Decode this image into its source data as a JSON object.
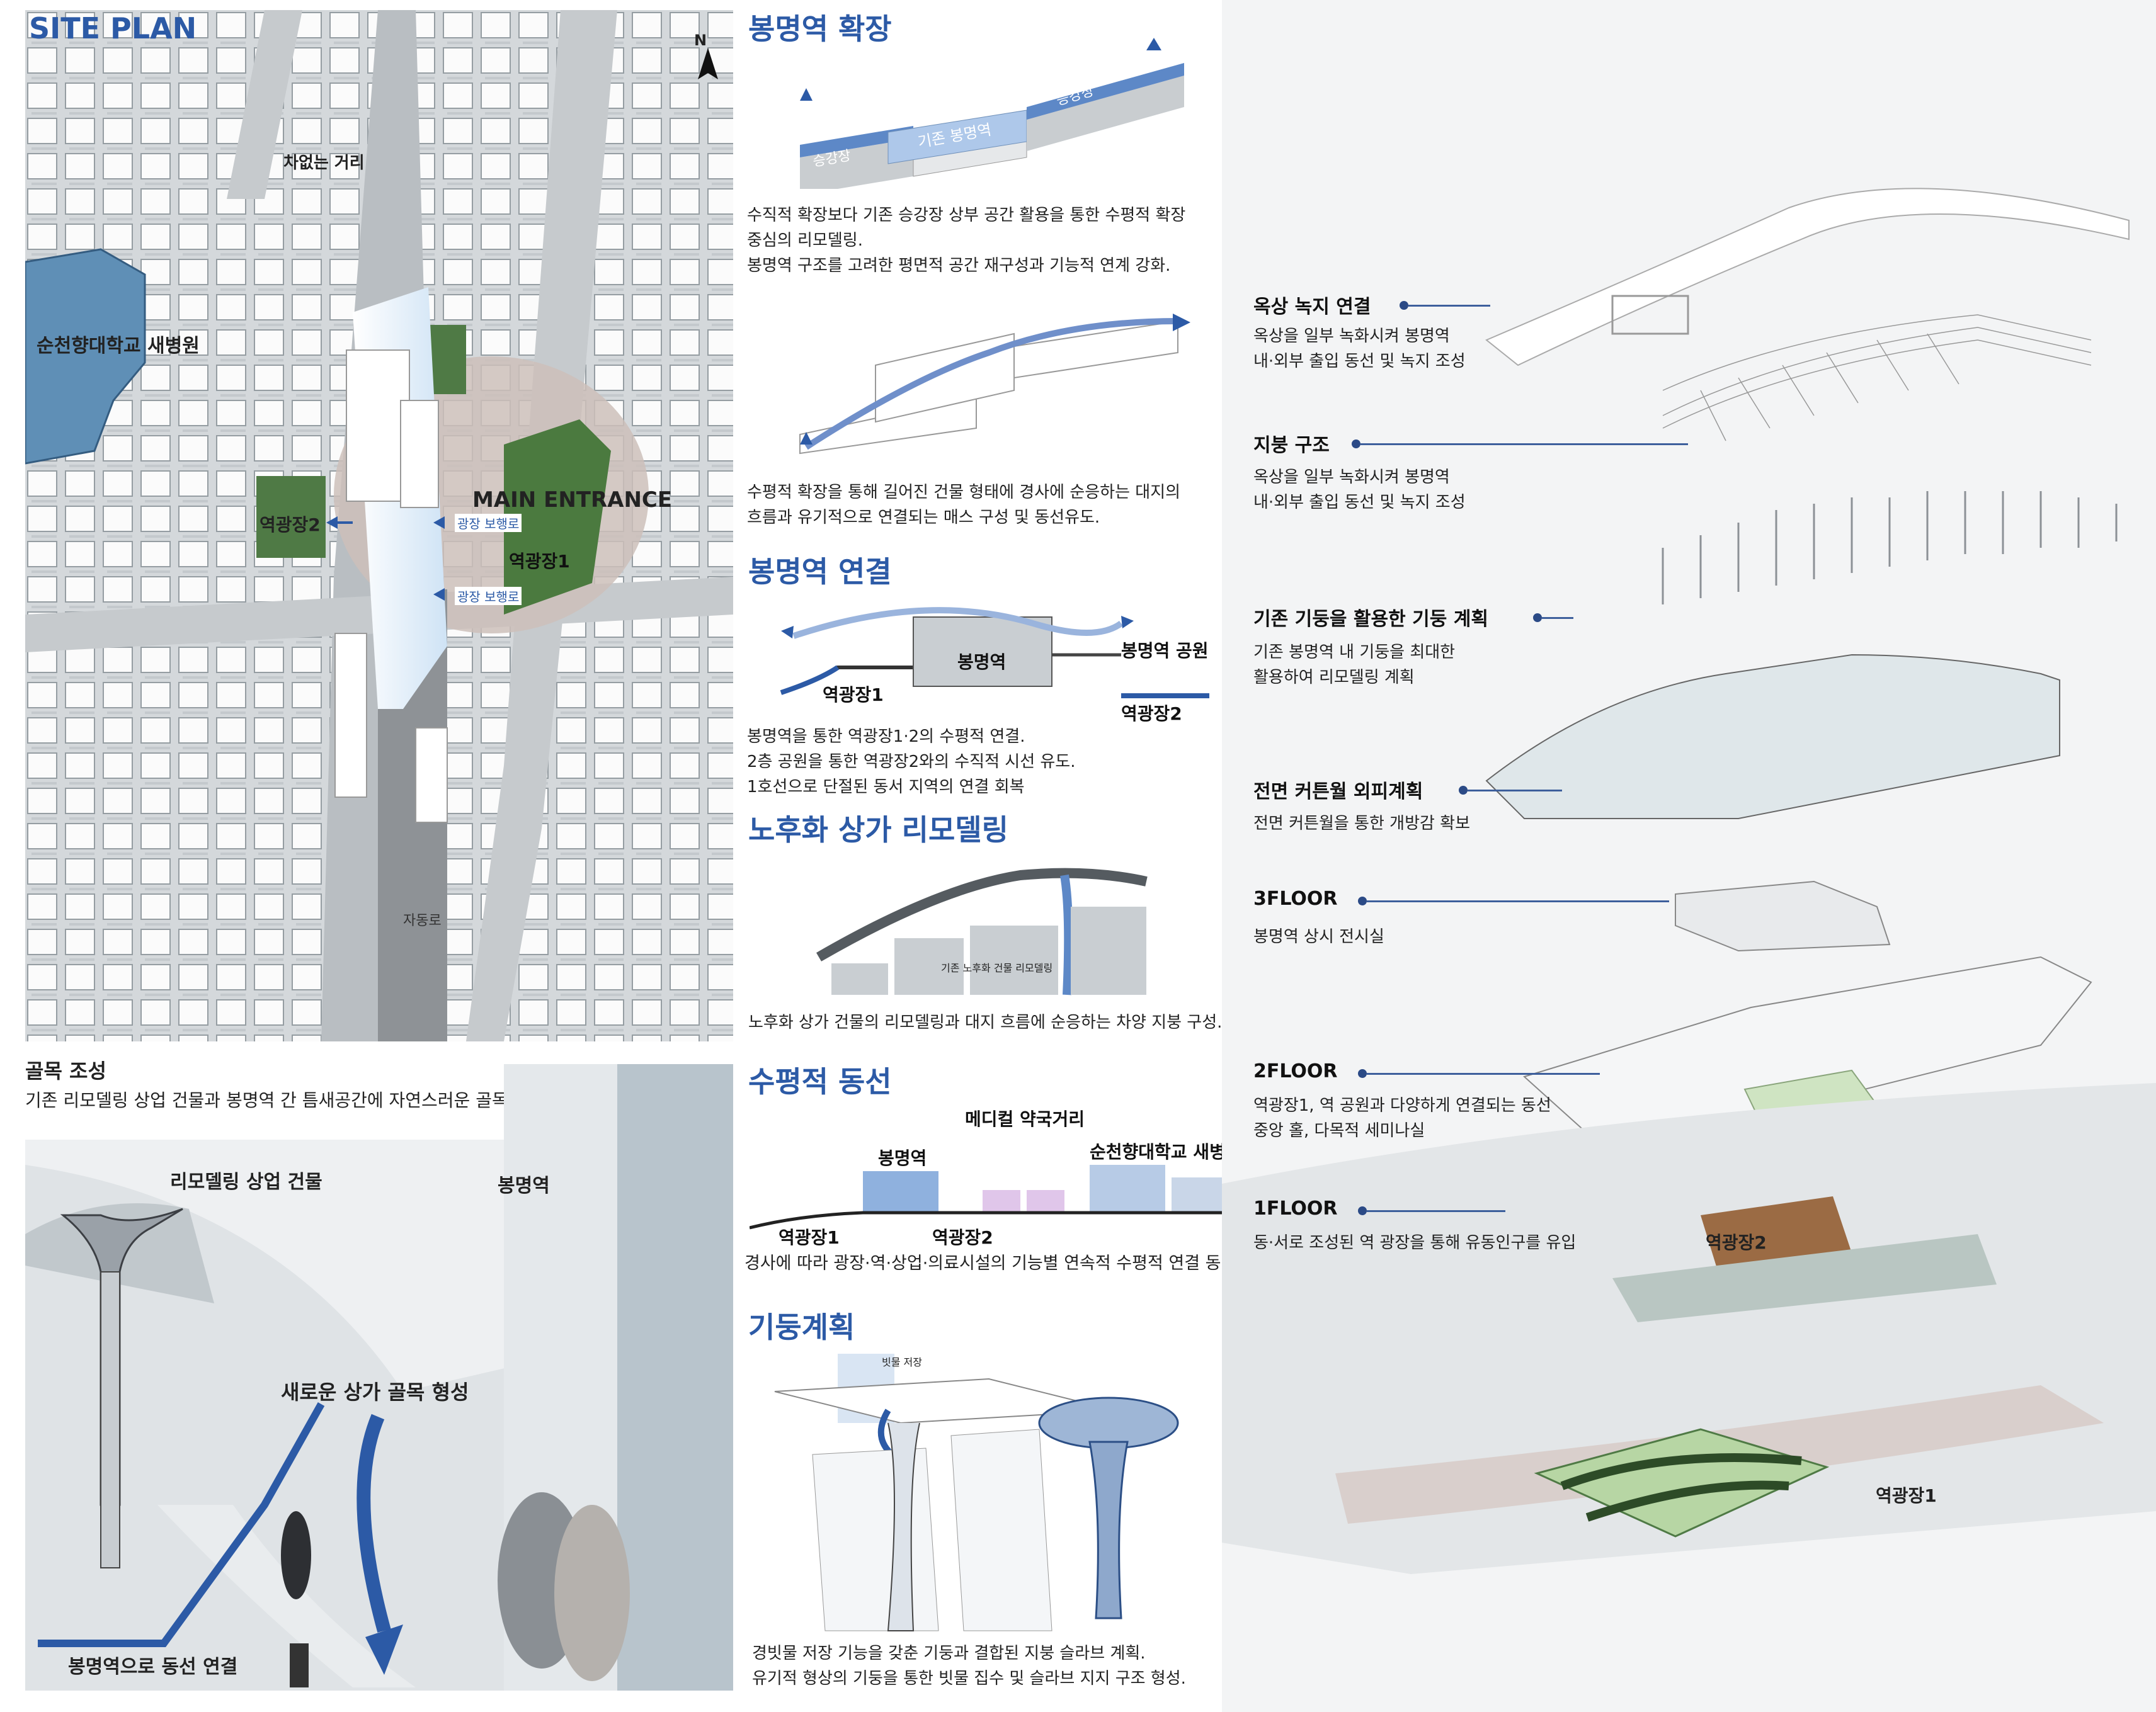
{
  "site_plan": {
    "title": "SITE PLAN",
    "north": "N",
    "labels": {
      "car_free_street": "차없는 거리",
      "hospital": "순천향대학교 새병원",
      "main_entrance": "MAIN ENTRANCE",
      "plaza2": "역광장2",
      "plaza1": "역광장1",
      "pedestrian1": "광장 보행로",
      "pedestrian2": "광장 보행로",
      "road": "자동로"
    }
  },
  "alley": {
    "title": "골목 조성",
    "desc": "기존  리모델링 상업 건물과 봉명역 간 틈새공간에 자연스러운 골목길 조성",
    "label_building": "리모델링 상업 건물",
    "label_station": "봉명역",
    "label_alley": "새로운 상가 골목 형성",
    "label_connect": "봉명역으로 동선 연결"
  },
  "expansion": {
    "title": "봉명역 확장",
    "diagram_labels": {
      "platform_left": "승강장",
      "station": "기존 봉명역",
      "platform_right": "승강장"
    },
    "desc1": "수직적 확장보다 기존 승강장 상부 공간 활용을 통한 수평적 확장\n중심의 리모델링.\n봉명역 구조를 고려한 평면적 공간 재구성과 기능적 연계 강화.",
    "desc2": "수평적 확장을 통해 길어진 건물 형태에 경사에 순응하는 대지의\n흐름과 유기적으로 연결되는 매스 구성 및 동선유도."
  },
  "connection": {
    "title": "봉명역 연결",
    "labels": {
      "station": "봉명역",
      "plaza1": "역광장1",
      "park": "봉명역 공원",
      "plaza2": "역광장2"
    },
    "desc": "봉명역을 통한 역광장1·2의 수평적 연결.\n2층 공원을 통한 역광장2와의 수직적 시선 유도.\n1호선으로 단절된 동서 지역의 연결 회복"
  },
  "remodel": {
    "title": "노후화 상가 리모델링",
    "inner_label": "기존 노후화 건물 리모델링",
    "desc": "노후화 상가 건물의 리모델링과 대지 흐름에 순응하는 차양 지붕 구성."
  },
  "horizontal": {
    "title": "수평적 동선",
    "labels": {
      "medical_street": "메디컬 약국거리",
      "station": "봉명역",
      "hospital": "순천향대학교 새병원",
      "plaza1": "역광장1",
      "plaza2": "역광장2"
    },
    "desc": "경사에 따라 광장·역·상업·의료시설의 기능별 연속적 수평적 연결 동선"
  },
  "column": {
    "title": "기둥계획",
    "rain_label": "빗물 저장",
    "desc": "경빗물 저장 기능을 갖춘 기둥과 결합된 지붕 슬라브 계획.\n유기적 형상의 기둥을 통한 빗물 집수 및 슬라브 지지 구조 형성."
  },
  "zoning": {
    "title": "조닝",
    "items": [
      {
        "title": "옥상 녹지 연결",
        "desc": "옥상을 일부 녹화시켜 봉명역\n내·외부 출입 동선 및 녹지 조성"
      },
      {
        "title": "지붕 구조",
        "desc": "옥상을 일부 녹화시켜 봉명역\n내·외부 출입 동선 및 녹지 조성"
      },
      {
        "title": "기존 기둥을 활용한 기둥 계획",
        "desc": "기존 봉명역 내 기둥을 최대한\n활용하여 리모델링 계획"
      },
      {
        "title": "전면 커튼월 외피계획",
        "desc": "전면 커튼월을 통한 개방감 확보"
      },
      {
        "title": "3FLOOR",
        "desc": "봉명역 상시 전시실"
      },
      {
        "title": "2FLOOR",
        "desc": "역광장1, 역 공원과 다양하게 연결되는 동선\n중앙 홀, 다목적 세미나실"
      },
      {
        "title": "1FLOOR",
        "desc": "동·서로 조성된 역 광장을 통해 유동인구를 유입"
      }
    ],
    "axo_labels": {
      "plaza2": "역광장2",
      "plaza1": "역광장1"
    }
  },
  "colors": {
    "accent_blue": "#2c5aa6",
    "green": "#4f7a45",
    "plaza_pink": "#d8c8c4",
    "leader": "#3d5f9c"
  }
}
